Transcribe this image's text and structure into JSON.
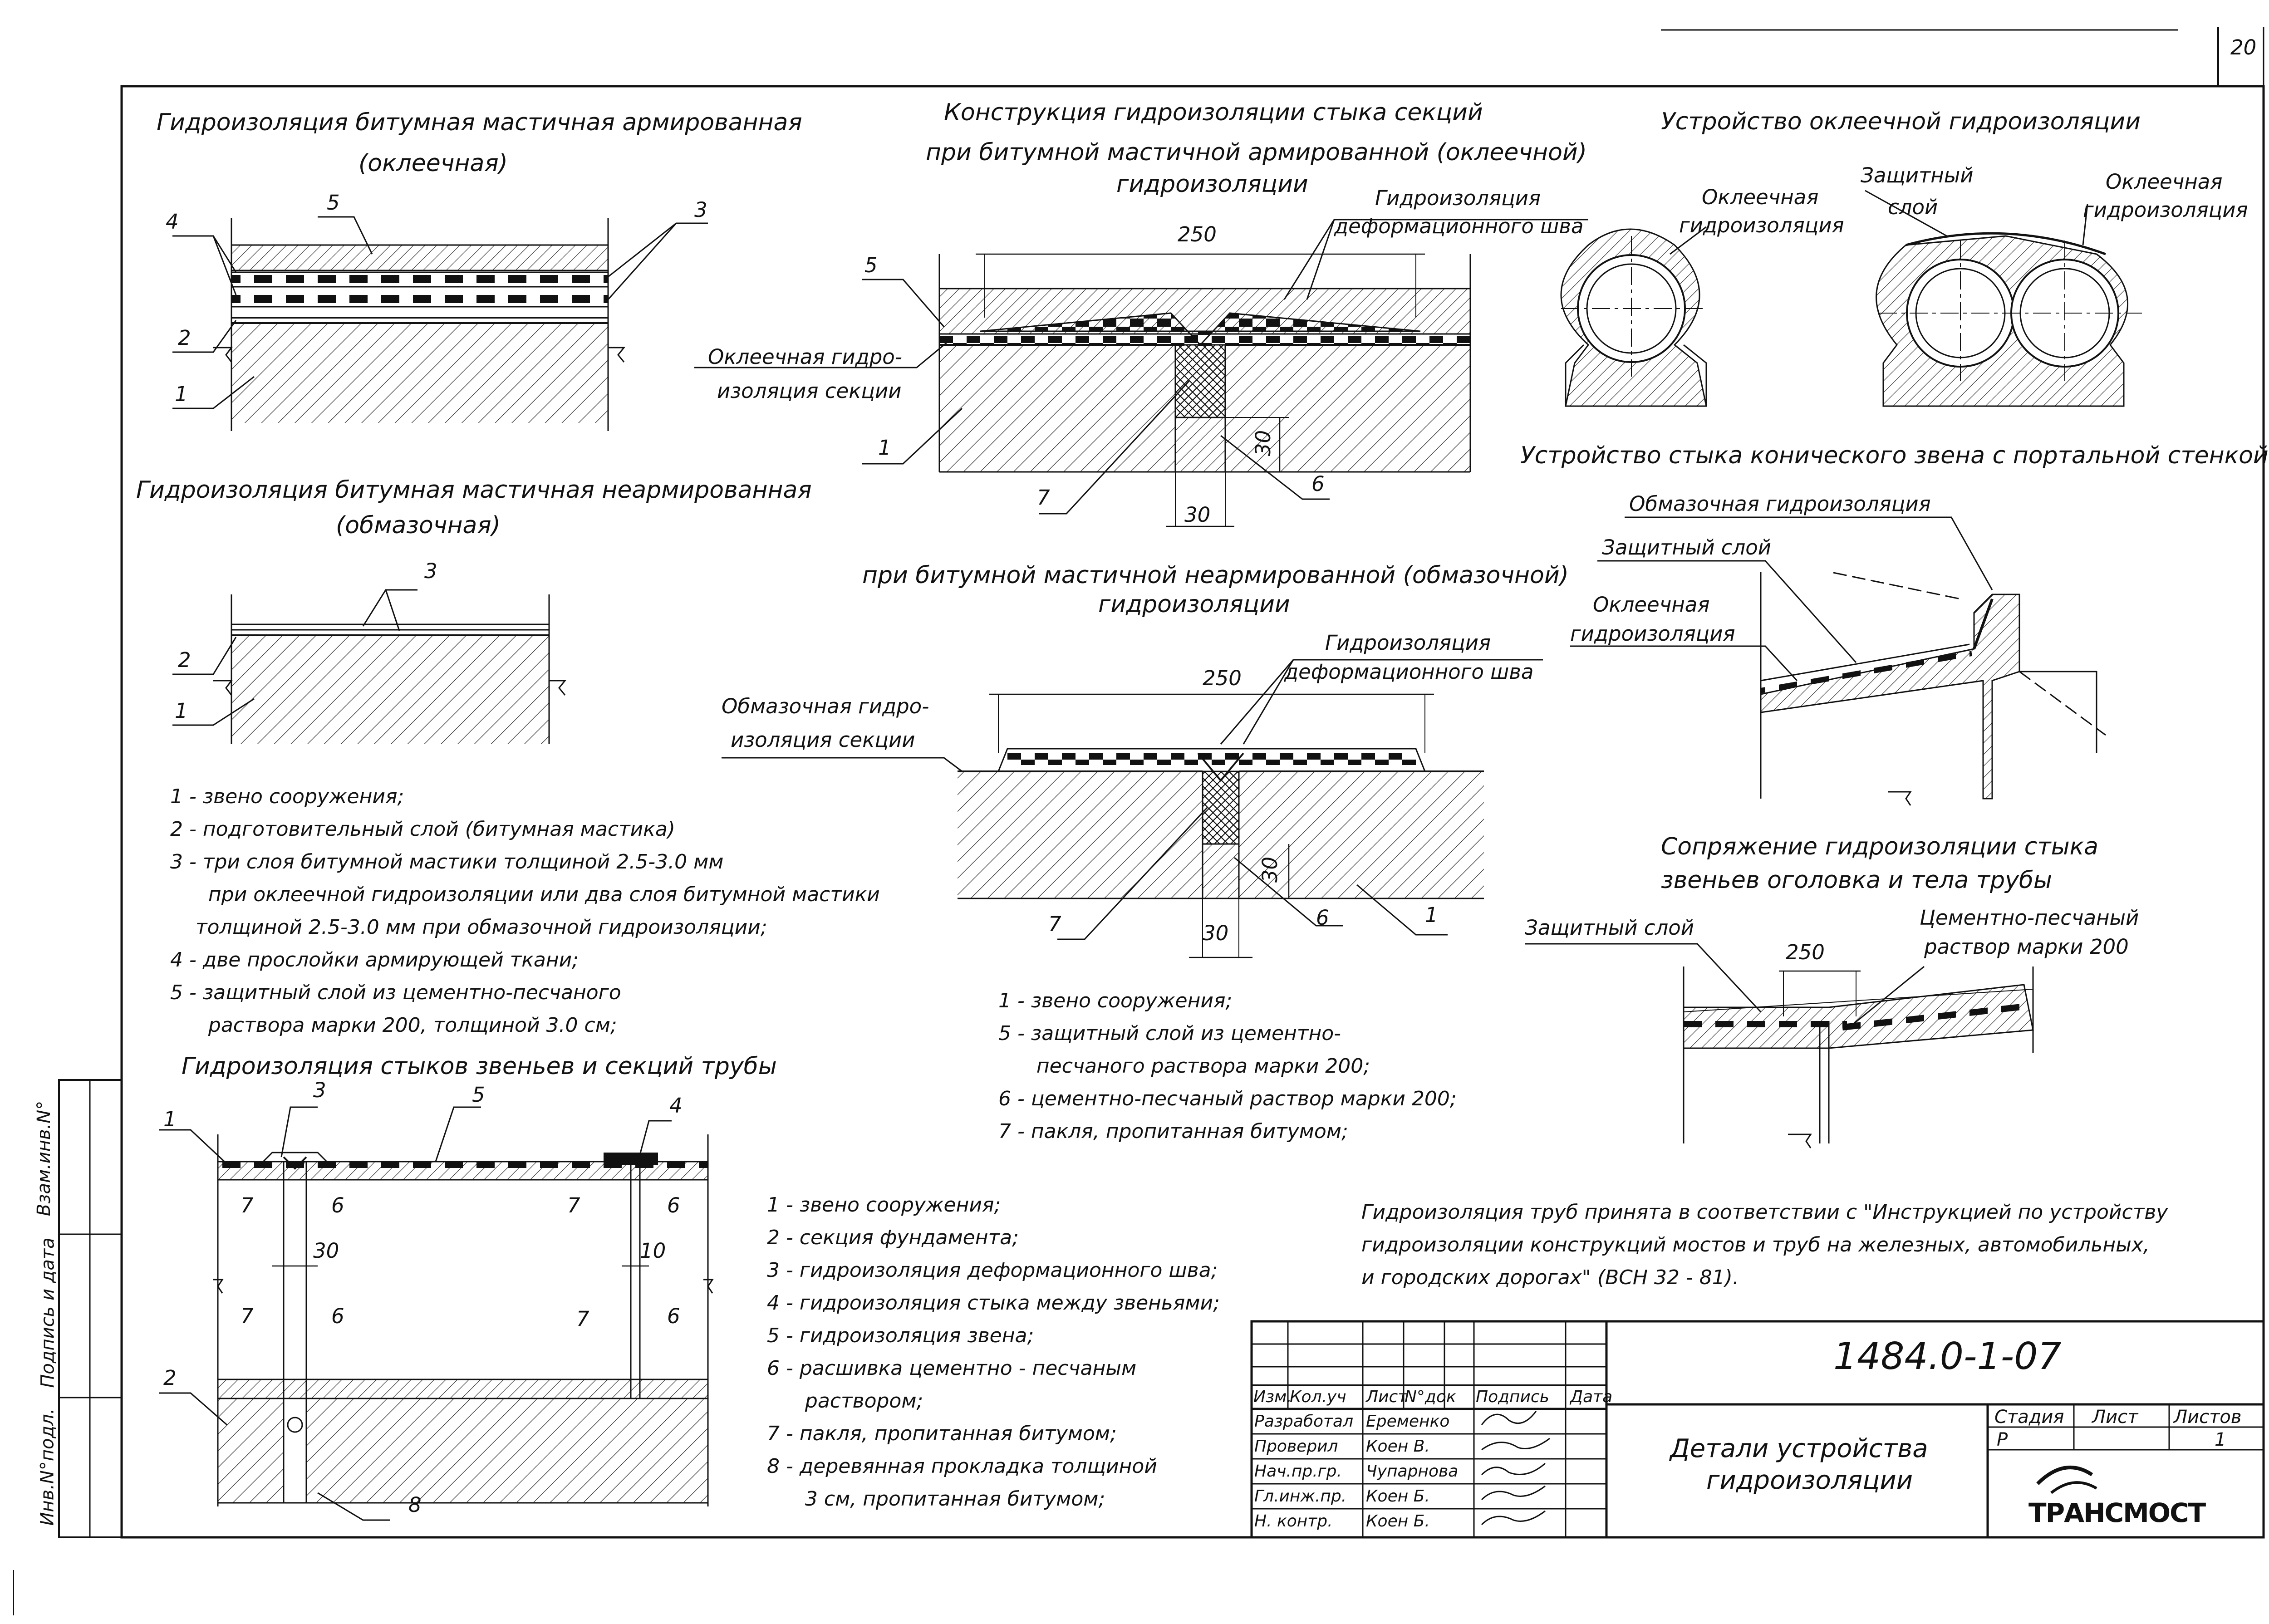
{
  "sheet_number": "20",
  "titles": {
    "reinforced_title_l1": "Гидроизоляция битумная мастичная армированная",
    "reinforced_title_l2": "(оклеечная)",
    "nonreinforced_title_l1": "Гидроизоляция битумная мастичная неармированная",
    "nonreinforced_title_l2": "(обмазочная)",
    "joint_title_l1": "Конструкция гидроизоляции стыка секций",
    "joint_title_l2": "при битумной мастичной армированной (оклеечной)",
    "joint_title_l3": "гидроизоляции",
    "joint2_title_l1": "при битумной мастичной неармированной (обмазочной)",
    "joint2_title_l2": "гидроизоляции",
    "pipe_title": "Устройство оклеечной гидроизоляции",
    "cone_title": "Устройство стыка конического звена с портальной стенкой",
    "conj_title_l1": "Сопряжение гидроизоляции стыка",
    "conj_title_l2": "звеньев оголовка и тела трубы",
    "links_title": "Гидроизоляция стыков звеньев и секций трубы"
  },
  "callouts": {
    "n1": "1",
    "n2": "2",
    "n3": "3",
    "n4": "4",
    "n5": "5",
    "n6": "6",
    "n7": "7",
    "n8": "8",
    "dim_250": "250",
    "dim_30": "30",
    "dim_10": "10",
    "def_joint_l1": "Гидроизоляция",
    "def_joint_l2": "деформационного  шва",
    "glued_section_l1": "Оклеечная гидро-",
    "glued_section_l2": "изоляция секции",
    "coated_section_l1": "Обмазочная гидро-",
    "coated_section_l2": "изоляция секции",
    "glued_l1": "Оклеечная",
    "glued_l2": "гидроизоляция",
    "protective_l1": "Защитный",
    "protective_l2": "слой",
    "coated_full": "Обмазочная гидроизоляция",
    "protective_full": "Защитный слой",
    "cement_l1": "Цементно-песчаный",
    "cement_l2": "раствор марки 200"
  },
  "legend_left": [
    "1 - звено сооружения;",
    "2 - подготовительный слой (битумная мастика)",
    "3 - три слоя битумной мастики толщиной 2.5-3.0 мм",
    "      при оклеечной гидроизоляции или два слоя битумной мастики",
    "    толщиной 2.5-3.0 мм при обмазочной гидроизоляции;",
    "4 - две прослойки армирующей ткани;",
    "5 - защитный слой из цементно-песчаного",
    "      раствора марки 200, толщиной 3.0 см;"
  ],
  "legend_mid": [
    "1 - звено сооружения;",
    "5 - защитный слой из цементно-",
    "      песчаного раствора марки 200;",
    "6 - цементно-песчаный раствор марки 200;",
    "7 - пакля, пропитанная битумом;"
  ],
  "legend_bottom": [
    "1 - звено сооружения;",
    "2 - секция фундамента;",
    "3 - гидроизоляция деформационного шва;",
    "4 - гидроизоляция стыка между звеньями;",
    "5 - гидроизоляция звена;",
    "6 - расшивка цементно - песчаным",
    "      раствором;",
    "7 - пакля, пропитанная битумом;",
    "8 - деревянная прокладка толщиной",
    "      3 см, пропитанная битумом;"
  ],
  "note": [
    "Гидроизоляция труб принята в соответствии с \"Инструкцией по устройству",
    "гидроизоляции конструкций мостов и труб на железных, автомобильных,",
    "и городских дорогах\" (ВСН 32 - 81)."
  ],
  "side_stamp": [
    "Инв.N°подл.",
    "Подпись и дата",
    "Взам.инв.N°"
  ],
  "title_block": {
    "code": "1484.0-1-07",
    "drawing_title_l1": "Детали устройства",
    "drawing_title_l2": "гидроизоляции",
    "header": [
      "Изм.",
      "Кол.уч",
      "Лист",
      "N°док",
      "Подпись",
      "Дата"
    ],
    "roles": [
      "Разработал",
      "Проверил",
      "Нач.пр.гр.",
      "Гл.инж.пр.",
      "Н. контр."
    ],
    "names": [
      "Еременко",
      "Коен В.",
      "Чупарнова",
      "Коен Б.",
      "Коен Б."
    ],
    "stage_label": "Стадия",
    "sheet_label": "Лист",
    "sheets_label": "Листов",
    "stage_value": "Р",
    "sheets_value": "1",
    "company": "ТРАНСМОСТ"
  },
  "colors": {
    "ink": "#111111",
    "paper": "#ffffff"
  }
}
